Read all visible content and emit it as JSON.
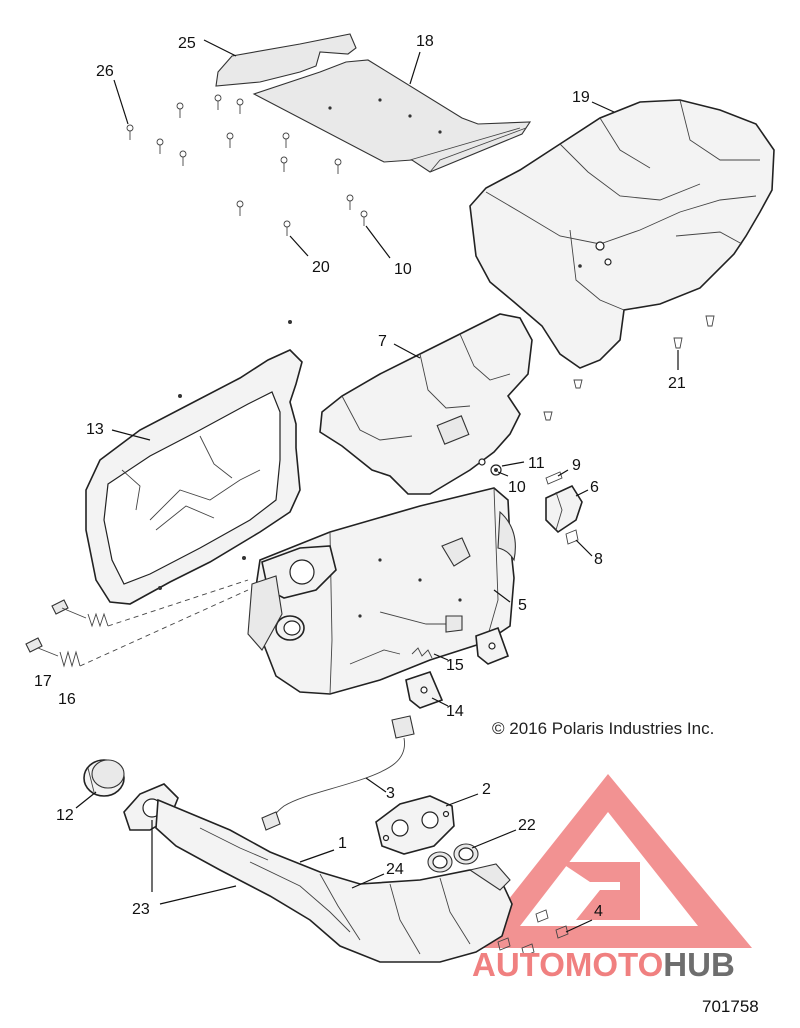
{
  "callouts": [
    {
      "id": "25",
      "label": "25"
    },
    {
      "id": "18",
      "label": "18"
    },
    {
      "id": "26",
      "label": "26"
    },
    {
      "id": "19",
      "label": "19"
    },
    {
      "id": "20",
      "label": "20"
    },
    {
      "id": "10a",
      "label": "10"
    },
    {
      "id": "7",
      "label": "7"
    },
    {
      "id": "21",
      "label": "21"
    },
    {
      "id": "13",
      "label": "13"
    },
    {
      "id": "11",
      "label": "11"
    },
    {
      "id": "9",
      "label": "9"
    },
    {
      "id": "10b",
      "label": "10"
    },
    {
      "id": "6",
      "label": "6"
    },
    {
      "id": "8",
      "label": "8"
    },
    {
      "id": "5",
      "label": "5"
    },
    {
      "id": "17",
      "label": "17"
    },
    {
      "id": "16",
      "label": "16"
    },
    {
      "id": "15",
      "label": "15"
    },
    {
      "id": "14",
      "label": "14"
    },
    {
      "id": "3",
      "label": "3"
    },
    {
      "id": "2",
      "label": "2"
    },
    {
      "id": "12",
      "label": "12"
    },
    {
      "id": "22",
      "label": "22"
    },
    {
      "id": "1",
      "label": "1"
    },
    {
      "id": "24",
      "label": "24"
    },
    {
      "id": "23",
      "label": "23"
    },
    {
      "id": "4",
      "label": "4"
    }
  ],
  "copyright": "© 2016 Polaris Industries Inc.",
  "drawing_number": "701758",
  "watermark": {
    "part1": "AUTOMOTO",
    "part2": "HUB",
    "color_main": "#f08080",
    "color_accent": "#f5a623",
    "color_dark": "#6e6e6e"
  },
  "colors": {
    "line": "#222222",
    "fill": "#f3f3f3",
    "background": "#ffffff"
  }
}
